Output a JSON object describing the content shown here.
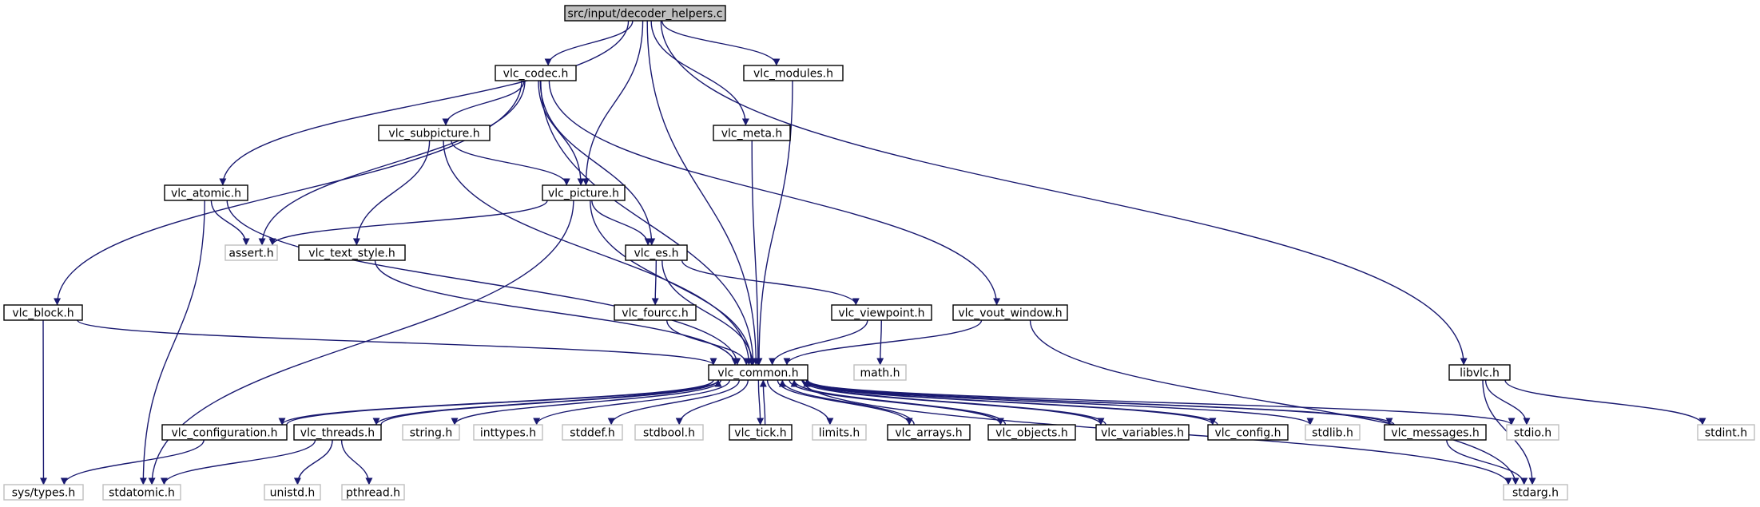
{
  "diagram": {
    "colors": {
      "edge": "#191970",
      "root_fill": "#bfbfbf",
      "node_border": "#000000",
      "external_border": "#bfbfbf"
    },
    "nodes": [
      {
        "id": "root",
        "label": "src/input/decoder_helpers.c",
        "kind": "root"
      },
      {
        "id": "vlc_codec",
        "label": "vlc_codec.h",
        "kind": "header"
      },
      {
        "id": "vlc_modules",
        "label": "vlc_modules.h",
        "kind": "header"
      },
      {
        "id": "vlc_subpicture",
        "label": "vlc_subpicture.h",
        "kind": "header"
      },
      {
        "id": "vlc_meta",
        "label": "vlc_meta.h",
        "kind": "header"
      },
      {
        "id": "vlc_atomic",
        "label": "vlc_atomic.h",
        "kind": "header"
      },
      {
        "id": "vlc_picture",
        "label": "vlc_picture.h",
        "kind": "header"
      },
      {
        "id": "assert",
        "label": "assert.h",
        "kind": "external"
      },
      {
        "id": "vlc_text_style",
        "label": "vlc_text_style.h",
        "kind": "header"
      },
      {
        "id": "vlc_es",
        "label": "vlc_es.h",
        "kind": "header"
      },
      {
        "id": "vlc_block",
        "label": "vlc_block.h",
        "kind": "header"
      },
      {
        "id": "vlc_fourcc",
        "label": "vlc_fourcc.h",
        "kind": "header"
      },
      {
        "id": "vlc_viewpoint",
        "label": "vlc_viewpoint.h",
        "kind": "header"
      },
      {
        "id": "vlc_vout_window",
        "label": "vlc_vout_window.h",
        "kind": "header"
      },
      {
        "id": "math",
        "label": "math.h",
        "kind": "external"
      },
      {
        "id": "vlc_common",
        "label": "vlc_common.h",
        "kind": "header"
      },
      {
        "id": "libvlc",
        "label": "libvlc.h",
        "kind": "header"
      },
      {
        "id": "vlc_configuration",
        "label": "vlc_configuration.h",
        "kind": "header"
      },
      {
        "id": "vlc_threads",
        "label": "vlc_threads.h",
        "kind": "header"
      },
      {
        "id": "string",
        "label": "string.h",
        "kind": "external"
      },
      {
        "id": "inttypes",
        "label": "inttypes.h",
        "kind": "external"
      },
      {
        "id": "stddef",
        "label": "stddef.h",
        "kind": "external"
      },
      {
        "id": "stdbool",
        "label": "stdbool.h",
        "kind": "external"
      },
      {
        "id": "vlc_tick",
        "label": "vlc_tick.h",
        "kind": "header"
      },
      {
        "id": "limits",
        "label": "limits.h",
        "kind": "external"
      },
      {
        "id": "vlc_arrays",
        "label": "vlc_arrays.h",
        "kind": "header"
      },
      {
        "id": "vlc_objects",
        "label": "vlc_objects.h",
        "kind": "header"
      },
      {
        "id": "vlc_variables",
        "label": "vlc_variables.h",
        "kind": "header"
      },
      {
        "id": "vlc_config",
        "label": "vlc_config.h",
        "kind": "header"
      },
      {
        "id": "stdlib",
        "label": "stdlib.h",
        "kind": "external"
      },
      {
        "id": "vlc_messages",
        "label": "vlc_messages.h",
        "kind": "header"
      },
      {
        "id": "stdio",
        "label": "stdio.h",
        "kind": "external"
      },
      {
        "id": "stdint",
        "label": "stdint.h",
        "kind": "external"
      },
      {
        "id": "sys_types",
        "label": "sys/types.h",
        "kind": "external"
      },
      {
        "id": "stdatomic",
        "label": "stdatomic.h",
        "kind": "external"
      },
      {
        "id": "unistd",
        "label": "unistd.h",
        "kind": "external"
      },
      {
        "id": "pthread",
        "label": "pthread.h",
        "kind": "external"
      },
      {
        "id": "stdarg",
        "label": "stdarg.h",
        "kind": "external"
      }
    ],
    "edges": [
      {
        "from": "root",
        "to": "vlc_codec"
      },
      {
        "from": "root",
        "to": "vlc_modules"
      },
      {
        "from": "root",
        "to": "vlc_meta"
      },
      {
        "from": "root",
        "to": "vlc_atomic"
      },
      {
        "from": "root",
        "to": "vlc_picture"
      },
      {
        "from": "root",
        "to": "vlc_common"
      },
      {
        "from": "root",
        "to": "libvlc"
      },
      {
        "from": "vlc_codec",
        "to": "vlc_subpicture"
      },
      {
        "from": "vlc_codec",
        "to": "vlc_picture"
      },
      {
        "from": "vlc_codec",
        "to": "assert"
      },
      {
        "from": "vlc_codec",
        "to": "vlc_es"
      },
      {
        "from": "vlc_codec",
        "to": "vlc_block"
      },
      {
        "from": "vlc_codec",
        "to": "vlc_vout_window"
      },
      {
        "from": "vlc_codec",
        "to": "vlc_common"
      },
      {
        "from": "vlc_modules",
        "to": "vlc_common"
      },
      {
        "from": "vlc_subpicture",
        "to": "vlc_picture"
      },
      {
        "from": "vlc_subpicture",
        "to": "vlc_text_style"
      },
      {
        "from": "vlc_subpicture",
        "to": "vlc_common"
      },
      {
        "from": "vlc_meta",
        "to": "vlc_common"
      },
      {
        "from": "vlc_atomic",
        "to": "assert"
      },
      {
        "from": "vlc_atomic",
        "to": "stdatomic"
      },
      {
        "from": "vlc_atomic",
        "to": "vlc_common"
      },
      {
        "from": "vlc_picture",
        "to": "assert"
      },
      {
        "from": "vlc_picture",
        "to": "vlc_es"
      },
      {
        "from": "vlc_picture",
        "to": "stdatomic"
      },
      {
        "from": "vlc_picture",
        "to": "vlc_common"
      },
      {
        "from": "vlc_text_style",
        "to": "vlc_common"
      },
      {
        "from": "vlc_es",
        "to": "vlc_fourcc"
      },
      {
        "from": "vlc_es",
        "to": "vlc_viewpoint"
      },
      {
        "from": "vlc_es",
        "to": "vlc_common"
      },
      {
        "from": "vlc_block",
        "to": "sys_types"
      },
      {
        "from": "vlc_block",
        "to": "vlc_common"
      },
      {
        "from": "vlc_fourcc",
        "to": "vlc_common"
      },
      {
        "from": "vlc_viewpoint",
        "to": "math"
      },
      {
        "from": "vlc_viewpoint",
        "to": "vlc_common"
      },
      {
        "from": "vlc_vout_window",
        "to": "vlc_common"
      },
      {
        "from": "vlc_vout_window",
        "to": "stdarg"
      },
      {
        "from": "libvlc",
        "to": "stdio"
      },
      {
        "from": "libvlc",
        "to": "stdint"
      },
      {
        "from": "libvlc",
        "to": "stdarg"
      },
      {
        "from": "vlc_common",
        "to": "vlc_configuration"
      },
      {
        "from": "vlc_common",
        "to": "vlc_threads"
      },
      {
        "from": "vlc_common",
        "to": "string"
      },
      {
        "from": "vlc_common",
        "to": "inttypes"
      },
      {
        "from": "vlc_common",
        "to": "stddef"
      },
      {
        "from": "vlc_common",
        "to": "stdbool"
      },
      {
        "from": "vlc_common",
        "to": "vlc_tick"
      },
      {
        "from": "vlc_common",
        "to": "limits"
      },
      {
        "from": "vlc_common",
        "to": "vlc_arrays"
      },
      {
        "from": "vlc_common",
        "to": "vlc_objects"
      },
      {
        "from": "vlc_common",
        "to": "vlc_variables"
      },
      {
        "from": "vlc_common",
        "to": "vlc_config"
      },
      {
        "from": "vlc_common",
        "to": "stdlib"
      },
      {
        "from": "vlc_common",
        "to": "vlc_messages"
      },
      {
        "from": "vlc_common",
        "to": "stdio"
      },
      {
        "from": "vlc_common",
        "to": "stdarg"
      },
      {
        "from": "vlc_configuration",
        "to": "vlc_common"
      },
      {
        "from": "vlc_configuration",
        "to": "sys_types"
      },
      {
        "from": "vlc_threads",
        "to": "vlc_common"
      },
      {
        "from": "vlc_threads",
        "to": "stdatomic"
      },
      {
        "from": "vlc_threads",
        "to": "unistd"
      },
      {
        "from": "vlc_threads",
        "to": "pthread"
      },
      {
        "from": "vlc_tick",
        "to": "vlc_common"
      },
      {
        "from": "vlc_arrays",
        "to": "vlc_common"
      },
      {
        "from": "vlc_objects",
        "to": "vlc_common"
      },
      {
        "from": "vlc_variables",
        "to": "vlc_common"
      },
      {
        "from": "vlc_config",
        "to": "vlc_common"
      },
      {
        "from": "vlc_messages",
        "to": "vlc_common"
      },
      {
        "from": "vlc_messages",
        "to": "stdarg"
      }
    ]
  }
}
